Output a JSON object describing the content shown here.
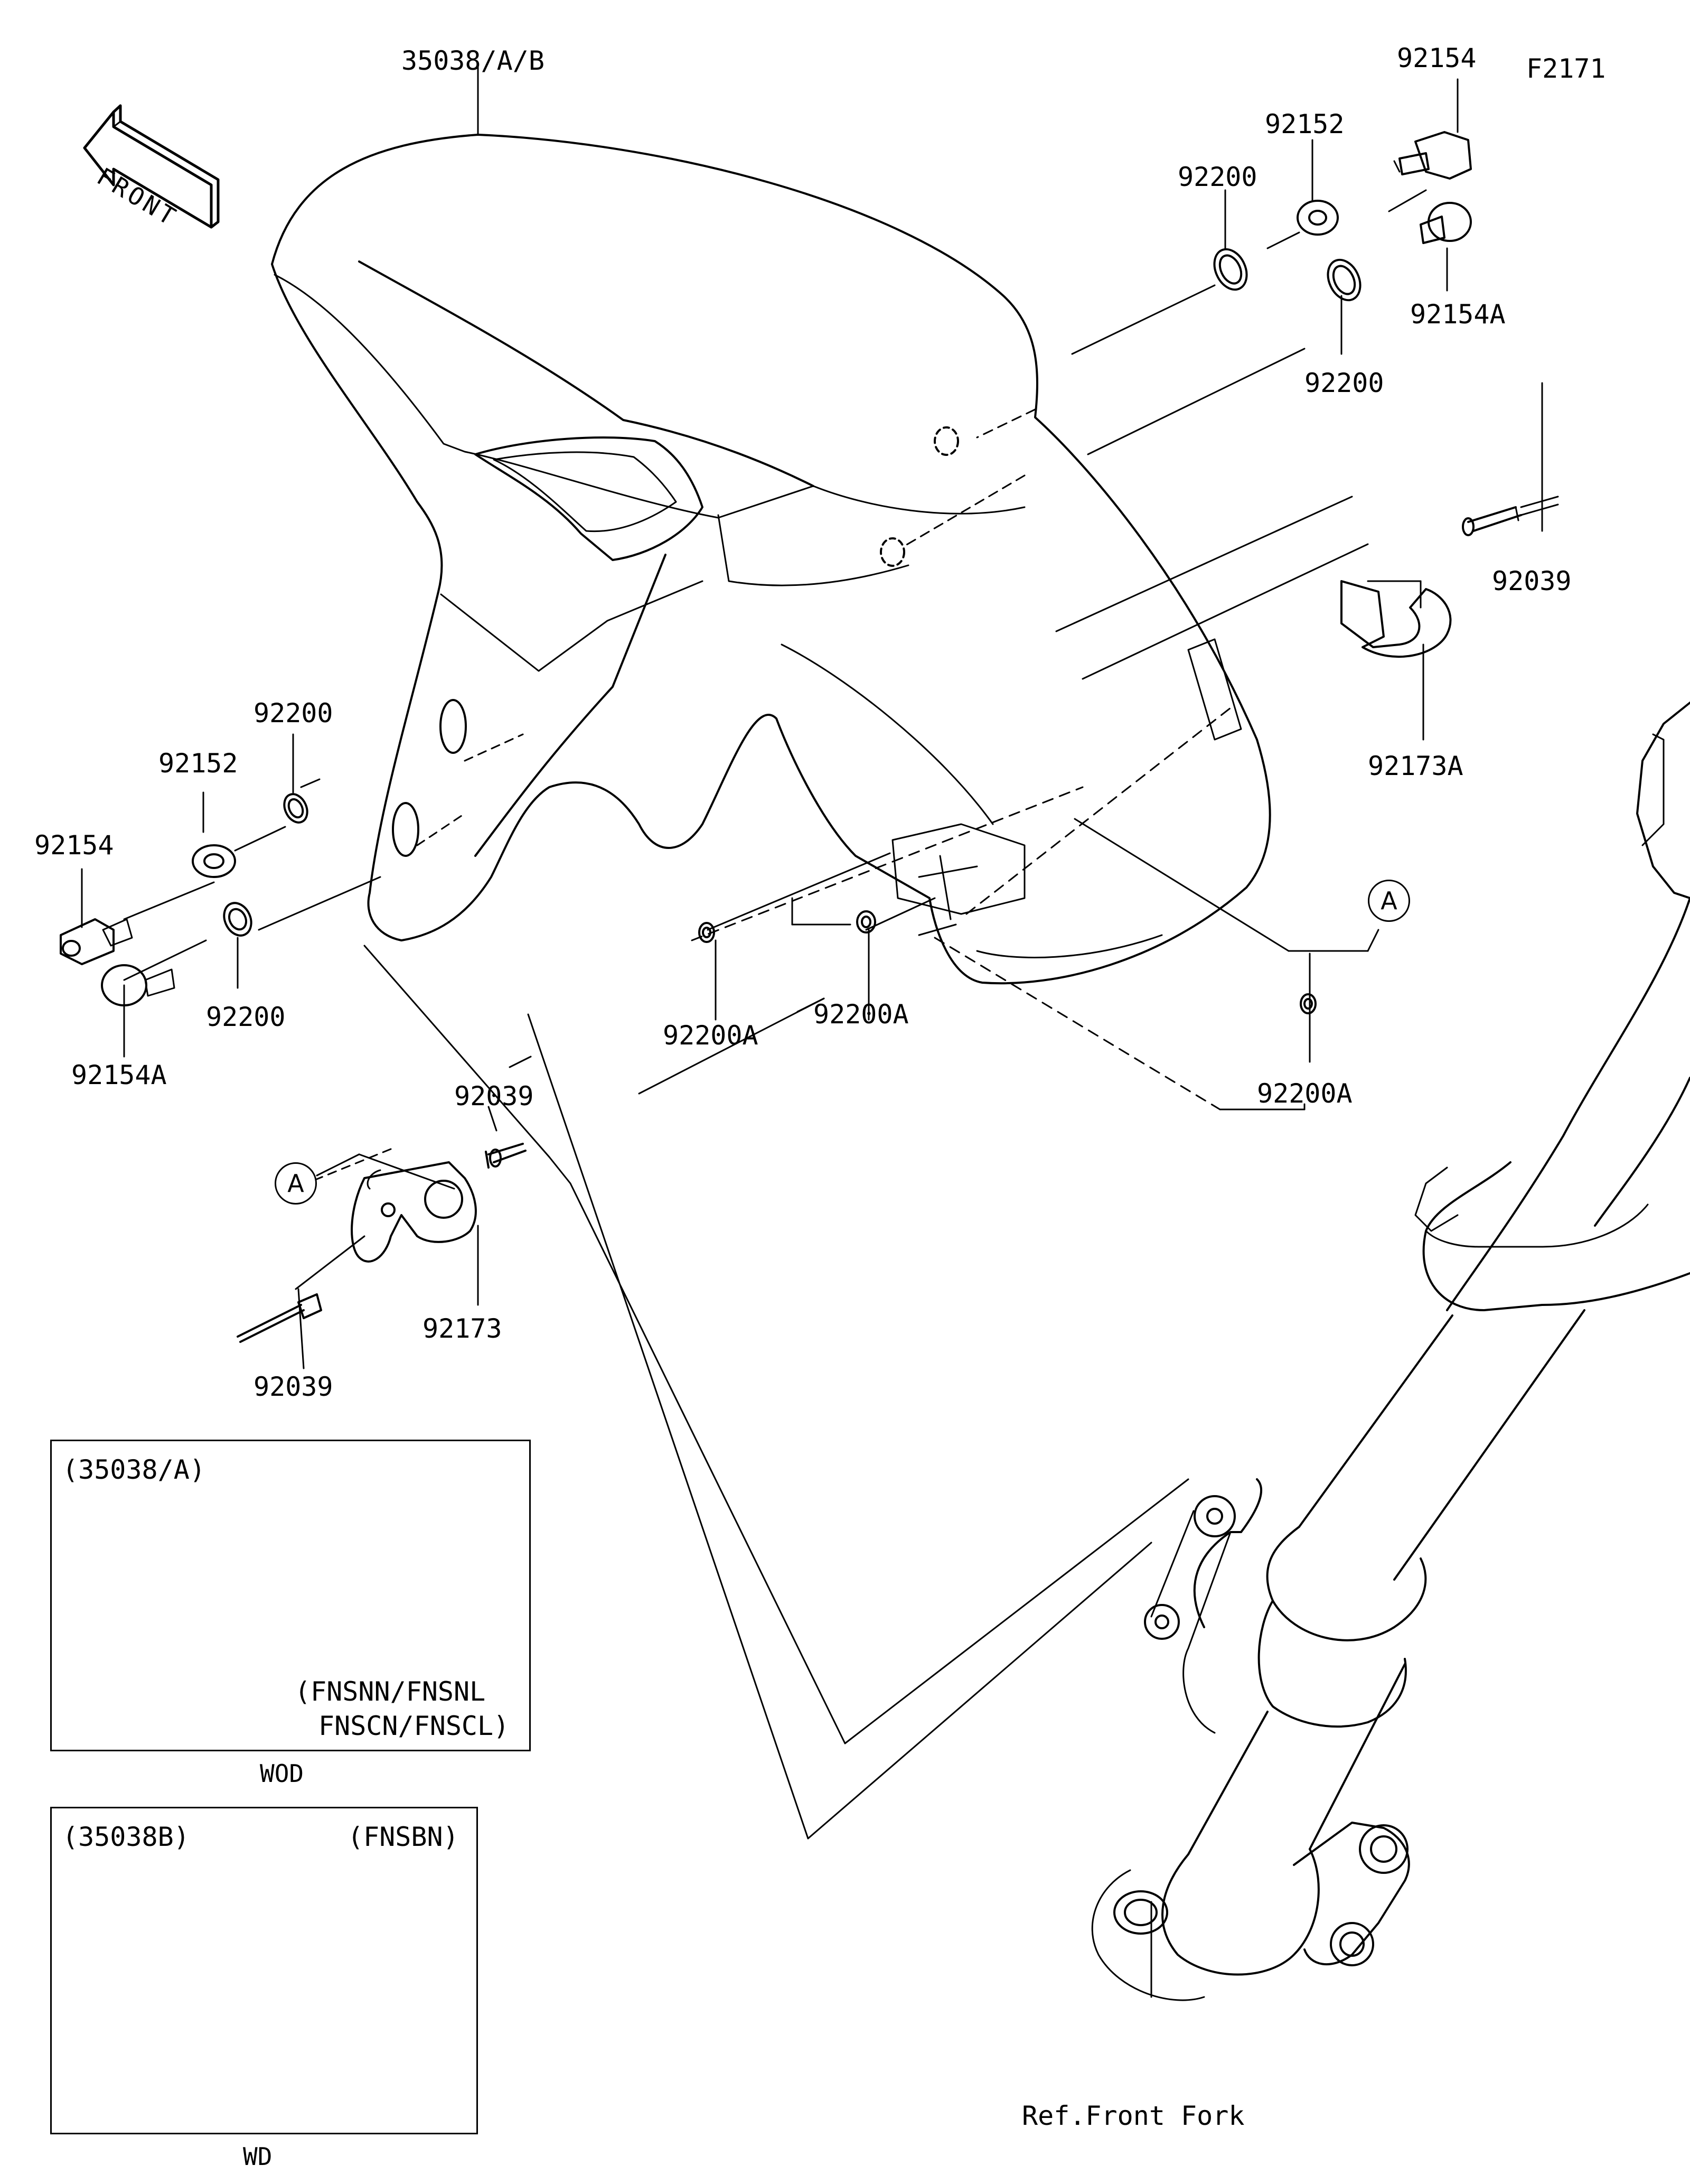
{
  "figure_code": "F2171",
  "front_badge": {
    "text": "FRONT",
    "icon": "front-arrow-icon"
  },
  "parts": {
    "fender": "35038/A/B",
    "bolt_top": "92154",
    "washer_top": "92152",
    "ring_top": "92200",
    "bolt_a_top": "92154A",
    "ring_top_2": "92200",
    "rivet_right": "92039",
    "clamp_right": "92173A",
    "ring_left": "92200",
    "washer_left": "92152",
    "bolt_left": "92154",
    "ring_left_2": "92200",
    "bolt_a_left": "92154A",
    "grommet_1": "92200A",
    "grommet_2": "92200A",
    "grommet_3": "92200A",
    "rivet_left_top": "92039",
    "clamp_left": "92173",
    "rivet_left_bottom": "92039"
  },
  "callouts": {
    "a_right": "A",
    "a_left": "A"
  },
  "insets": {
    "wod": {
      "header": "(35038/A)",
      "models_line1": "(FNSNN/FNSNL",
      "models_line2": "FNSCN/FNSCL)",
      "caption": "WOD"
    },
    "wd": {
      "header": "(35038B)",
      "models": "(FNSBN)",
      "caption": "WD"
    }
  },
  "reference": "Ref.Front Fork"
}
